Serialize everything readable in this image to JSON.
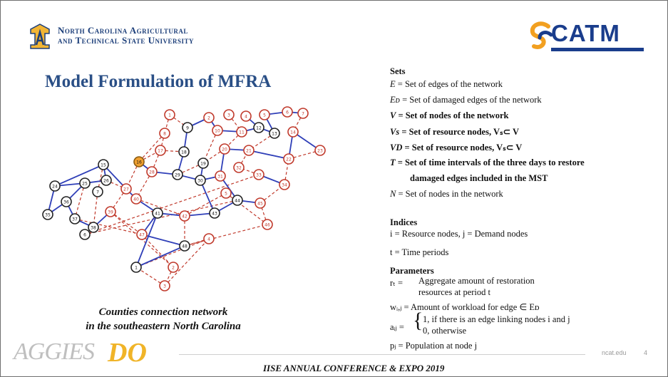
{
  "header": {
    "university_line1": "North Carolina Agricultural",
    "university_line2": "and Technical State University",
    "catm_logo_text": "CATM"
  },
  "slide": {
    "title": "Model Formulation of MFRA",
    "caption_line1": "Counties connection network",
    "caption_line2": "in the southeastern North Carolina"
  },
  "sets": {
    "heading": "Sets",
    "items": [
      {
        "sym": "E",
        "text": " = Set of edges of the network"
      },
      {
        "sym": "Eᴅ",
        "text": " = Set of damaged edges of the network"
      },
      {
        "sym": "V",
        "text": " = Set of nodes of the network"
      },
      {
        "sym": "Vs",
        "text": " = Set of resource nodes,  Vₛ⊂ V"
      },
      {
        "sym": "VD",
        "text": " = Set of resource nodes,  Vₛ⊂ V"
      },
      {
        "sym": "T",
        "text": " = Set of time intervals of the three days to restore"
      },
      {
        "sym": "",
        "text": "damaged edges included in the MST"
      },
      {
        "sym": "N",
        "text": " = Set of nodes in the network"
      }
    ]
  },
  "indices": {
    "heading": "Indices",
    "line1": "i  = Resource nodes, j = Demand nodes",
    "line2": "t = Time periods"
  },
  "parameters": {
    "heading": "Parameters",
    "r_sym": "rₜ =",
    "r_text1": "Aggregate amount of restoration",
    "r_text2": "resources at period t",
    "w_line": "wᵢ,ⱼ = Amount of workload for edge  ∈ Eᴅ",
    "a_sym": "aᵢⱼ =",
    "a_case1": "1, if there is an edge linking nodes i and j",
    "a_case2": "0, otherwise",
    "p_line": "pⱼ = Population at node j"
  },
  "footer": {
    "aggies": "AGGIES",
    "do": "DO",
    "url": "ncat.edu",
    "page": "4",
    "conference": "IISE ANNUAL CONFERENCE & EXPO 2019"
  },
  "network": {
    "node_labels": [
      "1",
      "2",
      "3",
      "4",
      "5",
      "6",
      "7",
      "8",
      "9",
      "10",
      "11",
      "12",
      "13",
      "14",
      "15",
      "16",
      "17",
      "18",
      "19",
      "20",
      "21",
      "22",
      "23",
      "24",
      "25",
      "26",
      "27",
      "28",
      "29",
      "30",
      "31",
      "32",
      "33",
      "34",
      "35",
      "36",
      "37",
      "38",
      "39",
      "40",
      "41",
      "42",
      "43",
      "44",
      "45",
      "46",
      "47",
      "48"
    ],
    "colors": {
      "red_node": "#c0392b",
      "black_node": "#222222",
      "highlight_node": "#f0a030",
      "blue_edge": "#2f3fb8",
      "red_edge": "#c0392b"
    }
  }
}
